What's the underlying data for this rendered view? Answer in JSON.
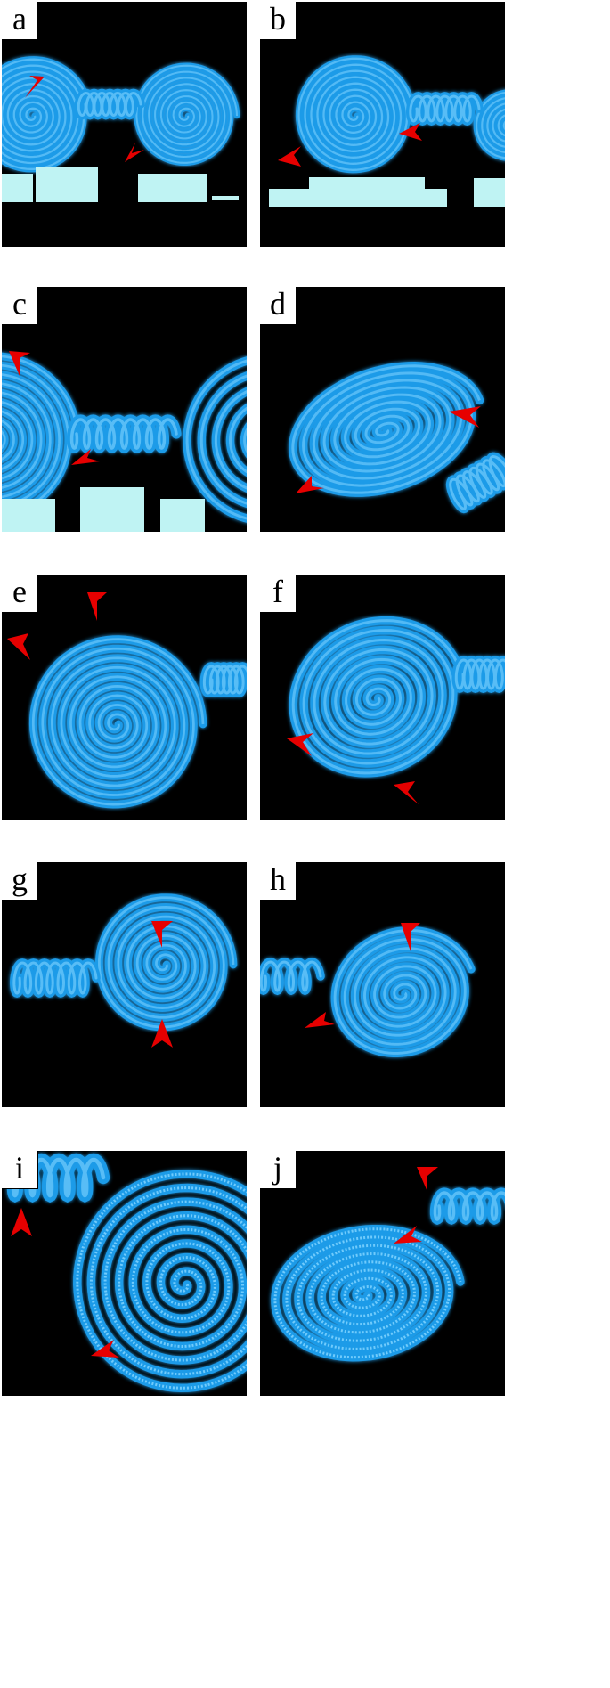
{
  "figure": {
    "panels": [
      {
        "label": "a"
      },
      {
        "label": "b"
      },
      {
        "label": "c"
      },
      {
        "label": "d"
      },
      {
        "label": "e"
      },
      {
        "label": "f"
      },
      {
        "label": "g"
      },
      {
        "label": "h"
      },
      {
        "label": "i"
      },
      {
        "label": "j"
      }
    ],
    "colors": {
      "background": "#000000",
      "spring": "#1e9be8",
      "spring_highlight": "#7fd4ff",
      "platform": "#bff3f3",
      "arrow": "#e60000",
      "label_bg": "#ffffff",
      "label_text": "#000000"
    }
  }
}
